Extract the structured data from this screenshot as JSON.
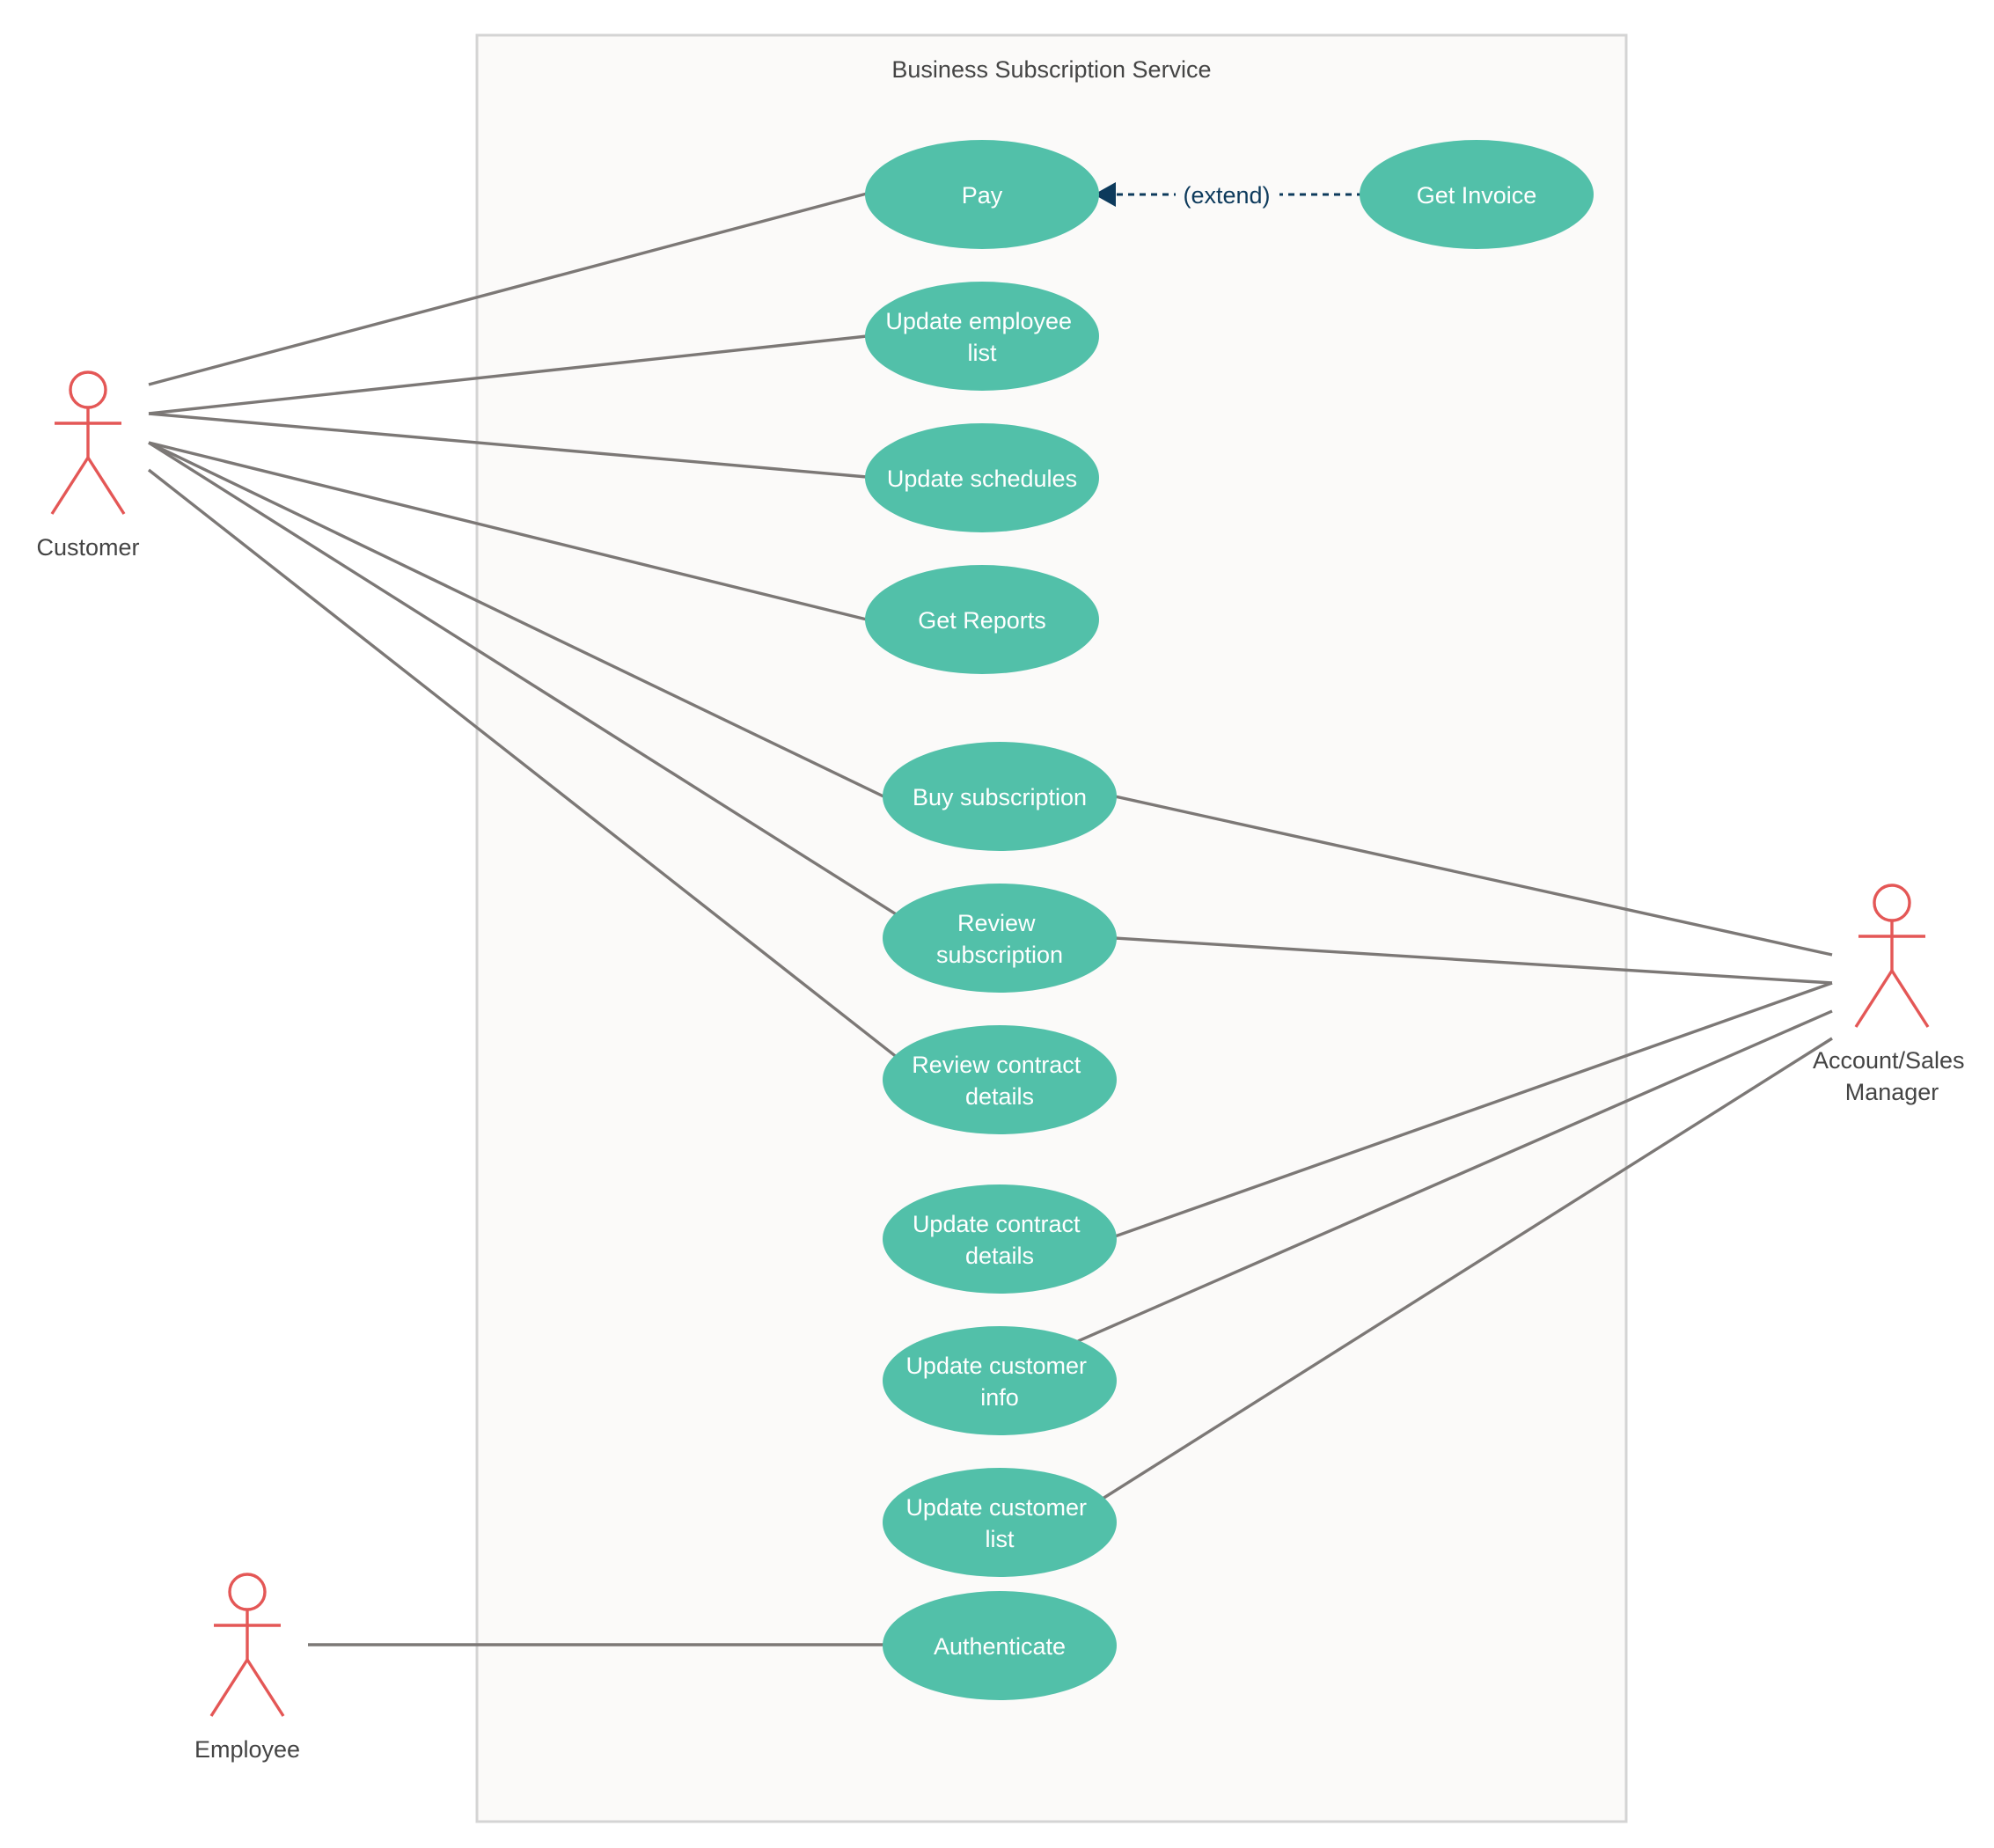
{
  "diagram": {
    "system_title": "Business Subscription Service",
    "extend_label": "(extend)",
    "colors": {
      "use_case_fill": "#52c0a9",
      "actor_stroke": "#e45756",
      "association_line": "#7c7876",
      "extend_line": "#0d3a5c",
      "system_fill": "#fbfaf9"
    }
  },
  "actors": {
    "customer": {
      "name": "Customer"
    },
    "account_manager": {
      "lines": [
        "Account/Sales",
        "Manager"
      ]
    },
    "employee": {
      "name": "Employee"
    }
  },
  "use_cases": {
    "pay": {
      "lines": [
        "Pay"
      ]
    },
    "get_invoice": {
      "lines": [
        "Get Invoice"
      ]
    },
    "update_employee_list": {
      "lines": [
        "Update employee",
        "list"
      ]
    },
    "update_schedules": {
      "lines": [
        "Update schedules"
      ]
    },
    "get_reports": {
      "lines": [
        "Get Reports"
      ]
    },
    "buy_subscription": {
      "lines": [
        "Buy subscription"
      ]
    },
    "review_subscription": {
      "lines": [
        "Review",
        "subscription"
      ]
    },
    "review_contract_details": {
      "lines": [
        "Review contract",
        "details"
      ]
    },
    "update_contract_details": {
      "lines": [
        "Update contract",
        "details"
      ]
    },
    "update_customer_info": {
      "lines": [
        "Update customer",
        "info"
      ]
    },
    "update_customer_list": {
      "lines": [
        "Update customer",
        "list"
      ]
    },
    "authenticate": {
      "lines": [
        "Authenticate"
      ]
    }
  }
}
